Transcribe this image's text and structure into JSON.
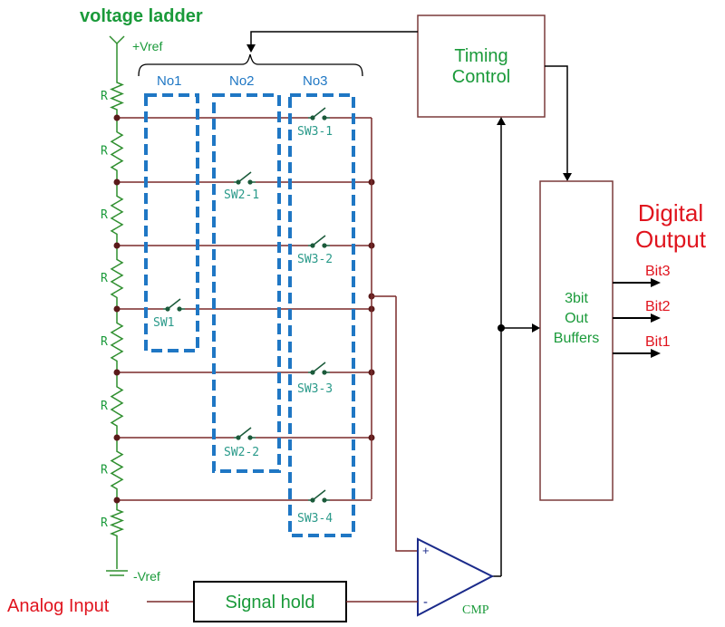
{
  "title": "voltage ladder",
  "vref_pos": "+Vref",
  "vref_neg": "-Vref",
  "resistor_label": "R",
  "groups": [
    "No1",
    "No2",
    "No3"
  ],
  "switches": {
    "sw1": "SW1",
    "sw2_1": "SW2-1",
    "sw2_2": "SW2-2",
    "sw3_1": "SW3-1",
    "sw3_2": "SW3-2",
    "sw3_3": "SW3-3",
    "sw3_4": "SW3-4"
  },
  "timing_control": [
    "Timing",
    "Control"
  ],
  "buffers": [
    "3bit",
    "Out",
    "Buffers"
  ],
  "digital_output": [
    "Digital",
    "Output"
  ],
  "bits": [
    "Bit3",
    "Bit2",
    "Bit1"
  ],
  "analog_input": "Analog Input",
  "signal_hold": "Signal hold",
  "comparator": "CMP",
  "comparator_plus": "+",
  "comparator_minus": "-",
  "colors": {
    "green_label": "#1a9a3a",
    "switch_label": "#2a9a8a",
    "blue_dash": "#1f77c4",
    "red_label": "#e0141e",
    "wire": "#7a2a2a",
    "box_border": "#7a3a3a",
    "resistor": "#2f8f2f",
    "comparator": "#1a2a8a"
  }
}
